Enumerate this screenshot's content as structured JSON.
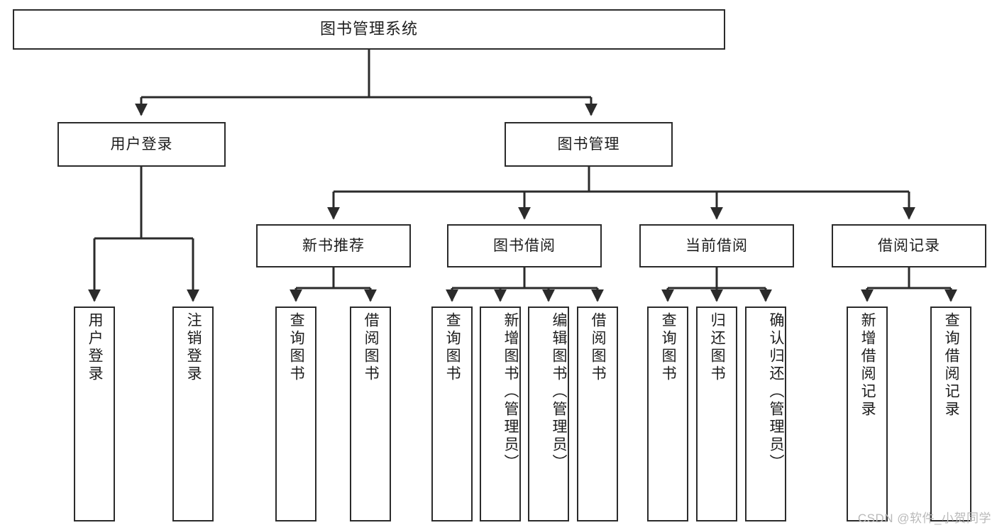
{
  "diagram": {
    "title": "图书管理系统",
    "type": "hierarchy-tree",
    "levels": 4,
    "colors": {
      "stroke": "#2b2b2b",
      "fill": "#ffffff",
      "text": "#1d1d1d",
      "watermark": "#b9b9b9"
    },
    "root": {
      "label": "图书管理系统"
    },
    "level2": [
      {
        "label": "用户登录"
      },
      {
        "label": "图书管理"
      }
    ],
    "level3": [
      {
        "label": "新书推荐"
      },
      {
        "label": "图书借阅"
      },
      {
        "label": "当前借阅"
      },
      {
        "label": "借阅记录"
      }
    ],
    "leaves": {
      "user_login": [
        {
          "label": "用户登录"
        },
        {
          "label": "注销登录"
        }
      ],
      "new_book_recommend": [
        {
          "label": "查询图书"
        },
        {
          "label": "借阅图书"
        }
      ],
      "book_borrow": [
        {
          "label": "查询图书"
        },
        {
          "label": "新增图书（管理员）"
        },
        {
          "label": "编辑图书（管理员）"
        },
        {
          "label": "借阅图书"
        }
      ],
      "current_borrow": [
        {
          "label": "查询图书"
        },
        {
          "label": "归还图书"
        },
        {
          "label": "确认归还（管理员）"
        }
      ],
      "borrow_record": [
        {
          "label": "新增借阅记录"
        },
        {
          "label": "查询借阅记录"
        }
      ]
    }
  },
  "watermark": {
    "text": "CSDN @软件_小贺同学"
  }
}
